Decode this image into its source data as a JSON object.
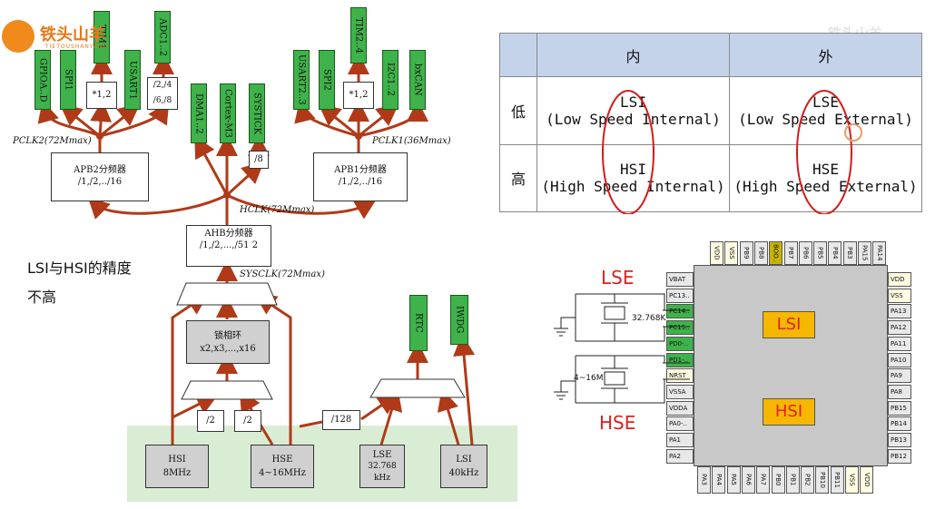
{
  "logo": {
    "text": "铁头山羊",
    "sub": "TIETOUSHANYANG"
  },
  "watermark": "铁头山羊",
  "apb2_periph": [
    "GPIOA..D",
    "SPI1",
    "TIM1",
    "USART1",
    "ADC1..2"
  ],
  "apb2_div_a": "*1,2",
  "apb2_div_b": "/2,/4 /6,/8",
  "ahb_periph": [
    "DMA1..2",
    "Cortex-M3",
    "SYSTICK"
  ],
  "systick_div": "/8",
  "apb1_periph": [
    "USART2..3",
    "SPI2",
    "TIM2..4",
    "I2C1..2",
    "bxCAN"
  ],
  "apb1_div_a": "*1,2",
  "pclk2": "PCLK2(72Mmax)",
  "pclk1": "PCLK1(36Mmax)",
  "hclk": "HCLK(72Mmax)",
  "sysclk": "SYSCLK(72Mmax)",
  "apb2_box": {
    "title": "APB2分频器",
    "sub": "/1,/2,../16"
  },
  "apb1_box": {
    "title": "APB1分频器",
    "sub": "/1,/2,../16"
  },
  "ahb_box": {
    "title": "AHB分频器",
    "sub": "/1,/2,...,/51 2"
  },
  "pll_box": {
    "title": "锁相环",
    "sub": "x2,x3,...,x16"
  },
  "rtc": "RTC",
  "iwdg": "IWDG",
  "div2a": "/2",
  "div2b": "/2",
  "div128": "/128",
  "sources": {
    "hsi": {
      "name": "HSI",
      "freq": "8MHz"
    },
    "hse": {
      "name": "HSE",
      "freq": "4~16MHz"
    },
    "lse": {
      "name": "LSE",
      "freq": "32.768 kHz"
    },
    "lsi": {
      "name": "LSI",
      "freq": "40kHz"
    }
  },
  "note_line1": "LSI与HSI的精度",
  "note_line2": "不高",
  "table": {
    "col_inner": "内",
    "col_outer": "外",
    "row_low": "低",
    "row_high": "高",
    "lsi": "LSI",
    "lsi_full": "(Low Speed Internal)",
    "lse": "LSE",
    "lse_full": "(Low Speed External)",
    "hsi": "HSI",
    "hsi_full": "(High Speed Internal)",
    "hse": "HSE",
    "hse_full": "(High Speed External)"
  },
  "chip": {
    "lse_label": "LSE",
    "hse_label": "HSE",
    "lsi_label": "LSI",
    "hsi_label": "HSI",
    "xtal_lse": "32.768K",
    "xtal_hse": "4~16M",
    "top_pins": [
      "VDD",
      "VSS",
      "PB9",
      "PB8",
      "BOO..",
      "PB7",
      "PB6",
      "PB5",
      "PB4",
      "PB3",
      "PA15",
      "PA14"
    ],
    "left_pins": [
      "VBAT",
      "PC13..",
      "PC14..",
      "PC15..",
      "PD0-..",
      "PD1-..",
      "NRST",
      "VSSA",
      "VDDA",
      "PA0-..",
      "PA1",
      "PA2"
    ],
    "right_pins": [
      "VDD",
      "VSS",
      "PA13",
      "PA12",
      "PA11",
      "PA10",
      "PA9",
      "PA8",
      "PB15",
      "PB14",
      "PB13",
      "PB12"
    ],
    "bottom_pins": [
      "PA3",
      "PA4",
      "PA5",
      "PA6",
      "PA7",
      "PB0",
      "PB1",
      "PB2",
      "PB10",
      "PB11",
      "VSS",
      "VDD"
    ]
  },
  "colors": {
    "green": "#3fb24b",
    "arrow": "#b03a18",
    "table_header": "#c5d3ea",
    "chip_body": "#c8c8c8",
    "chip_label": "#f5b700",
    "red": "#e02020",
    "source_bg": "#d9edd4"
  }
}
